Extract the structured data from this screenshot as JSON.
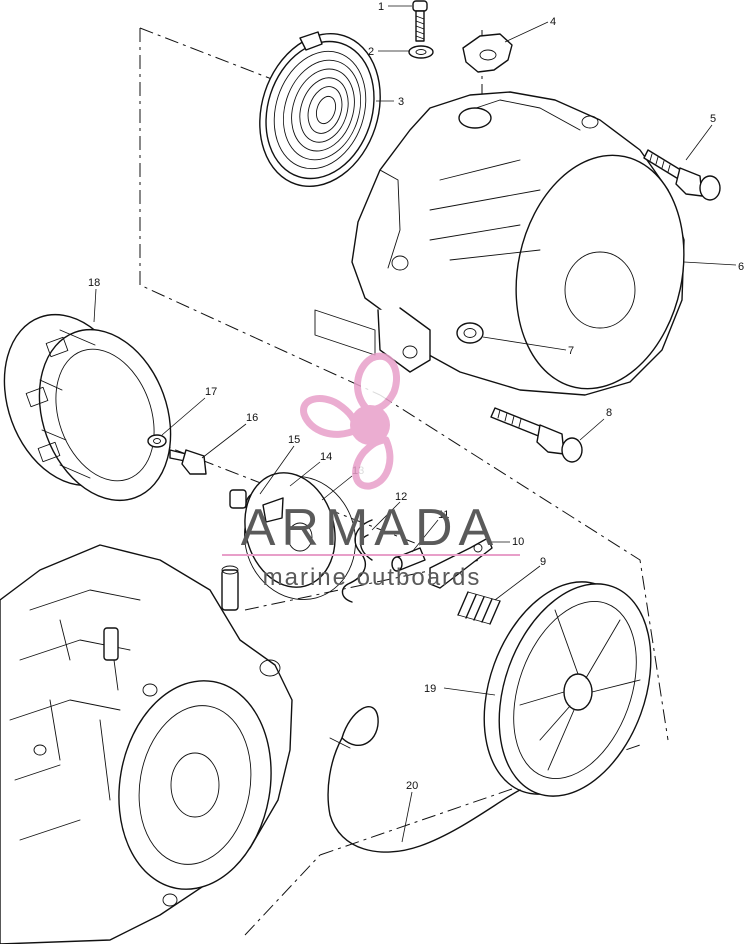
{
  "callouts": [
    {
      "id": "1",
      "label": "1"
    },
    {
      "id": "2",
      "label": "2"
    },
    {
      "id": "3",
      "label": "3"
    },
    {
      "id": "4",
      "label": "4"
    },
    {
      "id": "5",
      "label": "5"
    },
    {
      "id": "6",
      "label": "6"
    },
    {
      "id": "7",
      "label": "7"
    },
    {
      "id": "8",
      "label": "8"
    },
    {
      "id": "9",
      "label": "9"
    },
    {
      "id": "10",
      "label": "10"
    },
    {
      "id": "11",
      "label": "11"
    },
    {
      "id": "12",
      "label": "12"
    },
    {
      "id": "13",
      "label": "13"
    },
    {
      "id": "14",
      "label": "14"
    },
    {
      "id": "15",
      "label": "15"
    },
    {
      "id": "16",
      "label": "16"
    },
    {
      "id": "17",
      "label": "17"
    },
    {
      "id": "18",
      "label": "18"
    },
    {
      "id": "19",
      "label": "19"
    },
    {
      "id": "20",
      "label": "20"
    }
  ],
  "watermark": {
    "brand": "ARMADA",
    "tagline": "marine outboards",
    "color": "#e89fc9",
    "icon": "propeller-logo-icon"
  }
}
